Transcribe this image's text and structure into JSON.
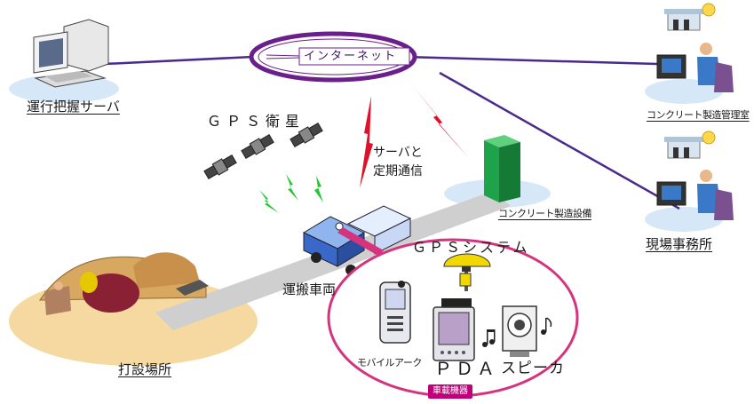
{
  "internet": {
    "label": "インターネット"
  },
  "nodes": {
    "operation_server": {
      "label": "運行把握サーバ"
    },
    "concrete_management": {
      "label": "コンクリート製造管理室"
    },
    "site_office": {
      "label": "現場事務所"
    },
    "concrete_plant": {
      "label": "コンクリート製造設備"
    },
    "transport_vehicle": {
      "label": "運搬車両"
    },
    "placement_site": {
      "label": "打設場所"
    }
  },
  "satellites": {
    "label": "ＧＰＳ衛星"
  },
  "comm": {
    "line1": "サーバと",
    "line2": "定期通信"
  },
  "onboard": {
    "title": "ＧＰＳシステム",
    "mobile_arc": "モバイルアーク",
    "pda": "ＰＤＡ",
    "speaker": "スピーカ",
    "badge": "車載機器"
  },
  "colors": {
    "internet_ring": "#6b1f8a",
    "network_line": "#4a2a8c",
    "lightning_red": "#e0102a",
    "lightning_green": "#22c832",
    "onboard_circle": "#d6337f",
    "badge_bg": "#c0007a",
    "road": "#cfcfcf",
    "ground_sand": "#f5d9a0",
    "shadow_blue": "#d6e8f7",
    "plant_green": "#1ea24a",
    "vehicle_blue": "#3a68c8"
  }
}
